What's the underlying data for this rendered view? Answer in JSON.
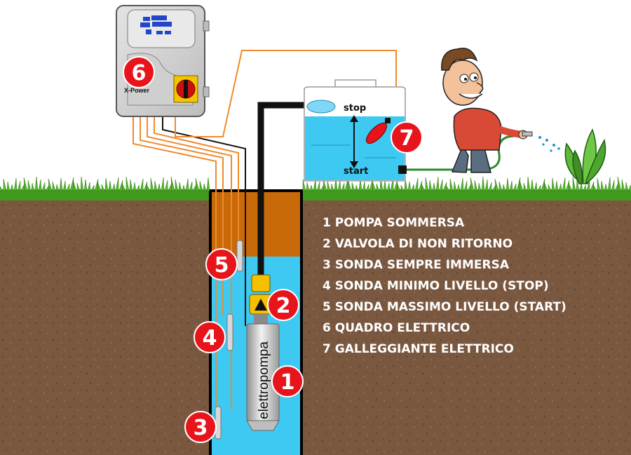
{
  "legend": [
    "1 POMPA SOMMERSA",
    "2 VALVOLA DI NON RITORNO",
    "3 SONDA SEMPRE IMMERSA",
    "4 SONDA MINIMO LIVELLO (STOP)",
    "5 SONDA MASSIMO LIVELLO (START)",
    "6 QUADRO ELETTRICO",
    "7 GALLEGGIANTE ELETTRICO"
  ],
  "badges": {
    "b1": "1",
    "b2": "2",
    "b3": "3",
    "b4": "4",
    "b5": "5",
    "b6": "6",
    "b7": "7"
  },
  "panel": {
    "brand": "X-Power"
  },
  "tank": {
    "stop": "stop",
    "start": "start"
  },
  "pump": {
    "label": "elettropompa"
  },
  "colors": {
    "soil": "#7a5840",
    "water": "#3ec9f2",
    "badge": "#e8141c",
    "cable": "#f08a2a",
    "grass": "#3f9a1e"
  }
}
